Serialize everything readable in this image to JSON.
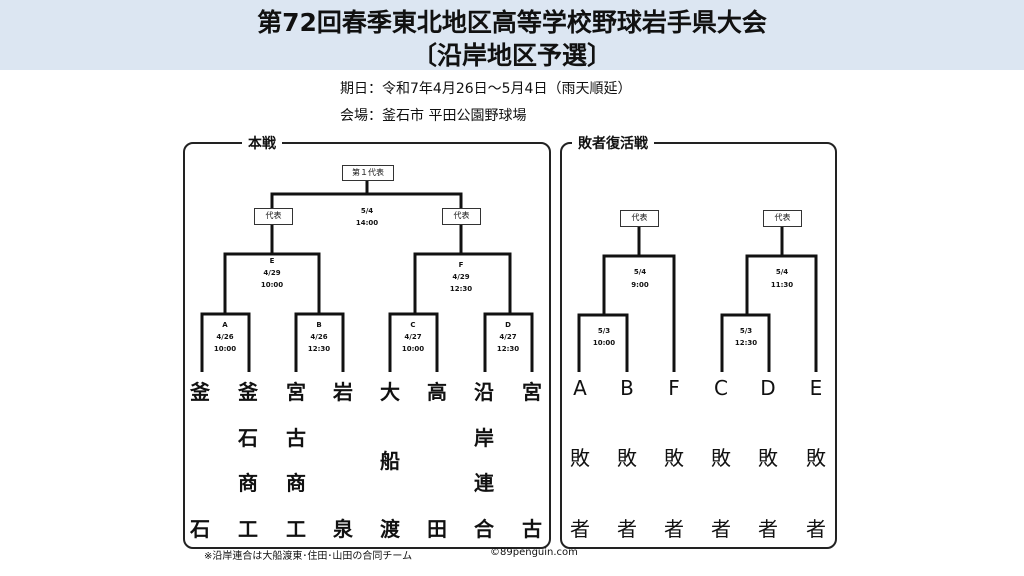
{
  "title": "第72回春季東北地区高等学校野球岩手県大会",
  "subtitle": "〔沿岸地区予選〕",
  "period": "期日：令和7年4月26日～5月4日（雨天順延）",
  "venue": "会場：釜石市 平田公園野球場",
  "main": {
    "label": "本戦",
    "final": {
      "box": "第１代表",
      "date": "5/4",
      "time": "14:00"
    },
    "semi_boxes": [
      "代表",
      "代表"
    ],
    "semis": [
      {
        "id": "E",
        "date": "4/29",
        "time": "10:00"
      },
      {
        "id": "F",
        "date": "4/29",
        "time": "12:30"
      }
    ],
    "first_round": [
      {
        "id": "A",
        "date": "4/26",
        "time": "10:00"
      },
      {
        "id": "B",
        "date": "4/26",
        "time": "12:30"
      },
      {
        "id": "C",
        "date": "4/27",
        "time": "10:00"
      },
      {
        "id": "D",
        "date": "4/27",
        "time": "12:30"
      }
    ],
    "teams": [
      [
        "釜",
        "石"
      ],
      [
        "釜",
        "石",
        "商",
        "工"
      ],
      [
        "宮",
        "古",
        "商",
        "工"
      ],
      [
        "岩",
        "泉"
      ],
      [
        "大",
        "船",
        "渡"
      ],
      [
        "高",
        "田"
      ],
      [
        "沿",
        "岸",
        "連",
        "合"
      ],
      [
        "宮",
        "古"
      ]
    ]
  },
  "repechage": {
    "label": "敗者復活戦",
    "boxes": [
      "代表",
      "代表"
    ],
    "games": [
      {
        "first": {
          "date": "5/3",
          "time": "10:00"
        },
        "second": {
          "date": "5/4",
          "time": "9:00"
        }
      },
      {
        "first": {
          "date": "5/3",
          "time": "12:30"
        },
        "second": {
          "date": "5/4",
          "time": "11:30"
        }
      }
    ],
    "entries": [
      [
        "A",
        "敗",
        "者"
      ],
      [
        "B",
        "敗",
        "者"
      ],
      [
        "F",
        "敗",
        "者"
      ],
      [
        "C",
        "敗",
        "者"
      ],
      [
        "D",
        "敗",
        "者"
      ],
      [
        "E",
        "敗",
        "者"
      ]
    ]
  },
  "footnote": "※沿岸連合は大船渡東･住田･山田の合同チーム",
  "copyright": "©89penguin.com"
}
